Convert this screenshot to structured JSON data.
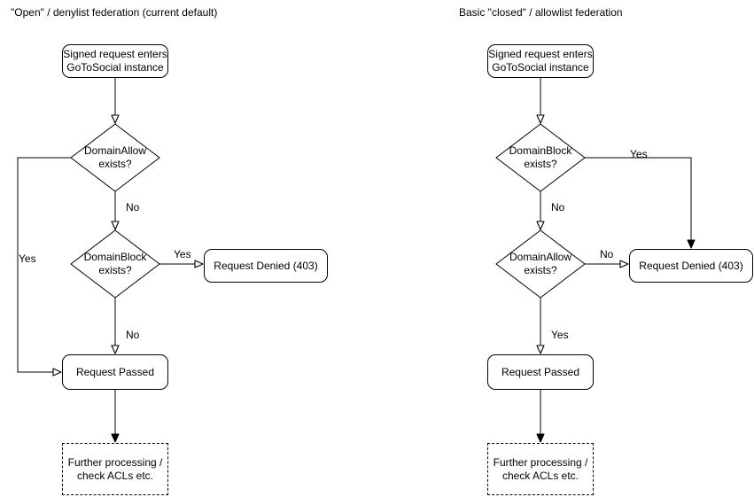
{
  "colors": {
    "stroke": "#000000",
    "node_fill": "#ffffff",
    "text": "#000000",
    "background": "#ffffff"
  },
  "left_chart": {
    "title": "\"Open\" / denylist federation (current default)",
    "start": "Signed request enters\nGoToSocial instance",
    "decision1": "DomainAllow\nexists?",
    "decision1_yes": "Yes",
    "decision1_no": "No",
    "decision2": "DomainBlock\nexists?",
    "decision2_yes": "Yes",
    "decision2_no": "No",
    "denied": "Request Denied (403)",
    "passed": "Request Passed",
    "further": "Further processing /\ncheck ACLs etc."
  },
  "right_chart": {
    "title": "Basic \"closed\" / allowlist federation",
    "start": "Signed request enters\nGoToSocial instance",
    "decision1": "DomainBlock\nexists?",
    "decision1_yes": "Yes",
    "decision1_no": "No",
    "decision2": "DomainAllow\nexists?",
    "decision2_no": "No",
    "decision2_yes": "Yes",
    "denied": "Request Denied (403)",
    "passed": "Request Passed",
    "further": "Further processing /\ncheck ACLs etc."
  }
}
